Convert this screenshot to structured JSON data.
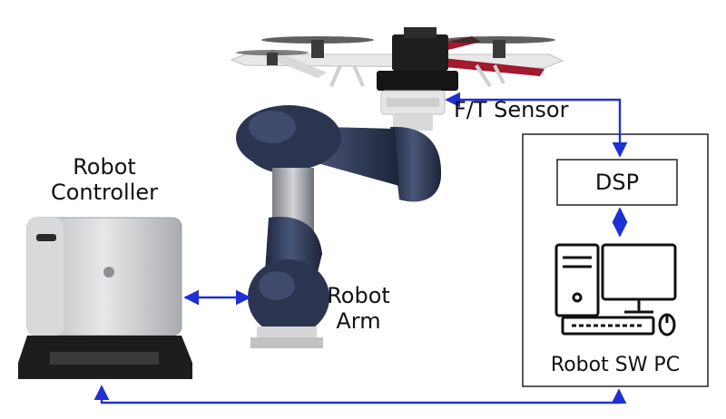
{
  "labels": {
    "robot_controller_line1": "Robot",
    "robot_controller_line2": "Controller",
    "ft_sensor": "F/T Sensor",
    "robot_arm_line1": "Robot",
    "robot_arm_line2": "Arm",
    "dsp": "DSP",
    "robot_sw_pc": "Robot SW PC"
  },
  "colors": {
    "connection": "#1f2fd6",
    "arm_body": "#2b3550",
    "arm_highlight": "#4a5676",
    "controller_body": "#c9cbcd",
    "drone_red": "#a3192e"
  }
}
